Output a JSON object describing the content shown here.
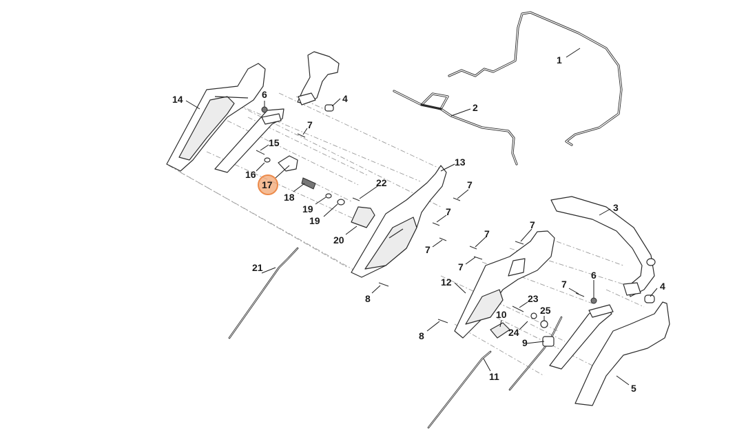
{
  "diagram": {
    "highlight_color": "#f2a571",
    "callouts": [
      {
        "id": "c1",
        "label": "1"
      },
      {
        "id": "c2",
        "label": "2"
      },
      {
        "id": "c3",
        "label": "3"
      },
      {
        "id": "c4a",
        "label": "4"
      },
      {
        "id": "c4b",
        "label": "4"
      },
      {
        "id": "c5",
        "label": "5"
      },
      {
        "id": "c6a",
        "label": "6"
      },
      {
        "id": "c6b",
        "label": "6"
      },
      {
        "id": "c7a",
        "label": "7"
      },
      {
        "id": "c7b",
        "label": "7"
      },
      {
        "id": "c7c",
        "label": "7"
      },
      {
        "id": "c7d",
        "label": "7"
      },
      {
        "id": "c7e",
        "label": "7"
      },
      {
        "id": "c7f",
        "label": "7"
      },
      {
        "id": "c7g",
        "label": "7"
      },
      {
        "id": "c7h",
        "label": "7"
      },
      {
        "id": "c8a",
        "label": "8"
      },
      {
        "id": "c8b",
        "label": "8"
      },
      {
        "id": "c9",
        "label": "9"
      },
      {
        "id": "c10",
        "label": "10"
      },
      {
        "id": "c11",
        "label": "11"
      },
      {
        "id": "c12",
        "label": "12"
      },
      {
        "id": "c13",
        "label": "13"
      },
      {
        "id": "c14",
        "label": "14"
      },
      {
        "id": "c15",
        "label": "15"
      },
      {
        "id": "c16",
        "label": "16"
      },
      {
        "id": "c17",
        "label": "17",
        "highlighted": true
      },
      {
        "id": "c18",
        "label": "18"
      },
      {
        "id": "c19a",
        "label": "19"
      },
      {
        "id": "c19b",
        "label": "19"
      },
      {
        "id": "c20",
        "label": "20"
      },
      {
        "id": "c21",
        "label": "21"
      },
      {
        "id": "c22",
        "label": "22"
      },
      {
        "id": "c23",
        "label": "23"
      },
      {
        "id": "c24",
        "label": "24"
      },
      {
        "id": "c25",
        "label": "25"
      }
    ]
  }
}
